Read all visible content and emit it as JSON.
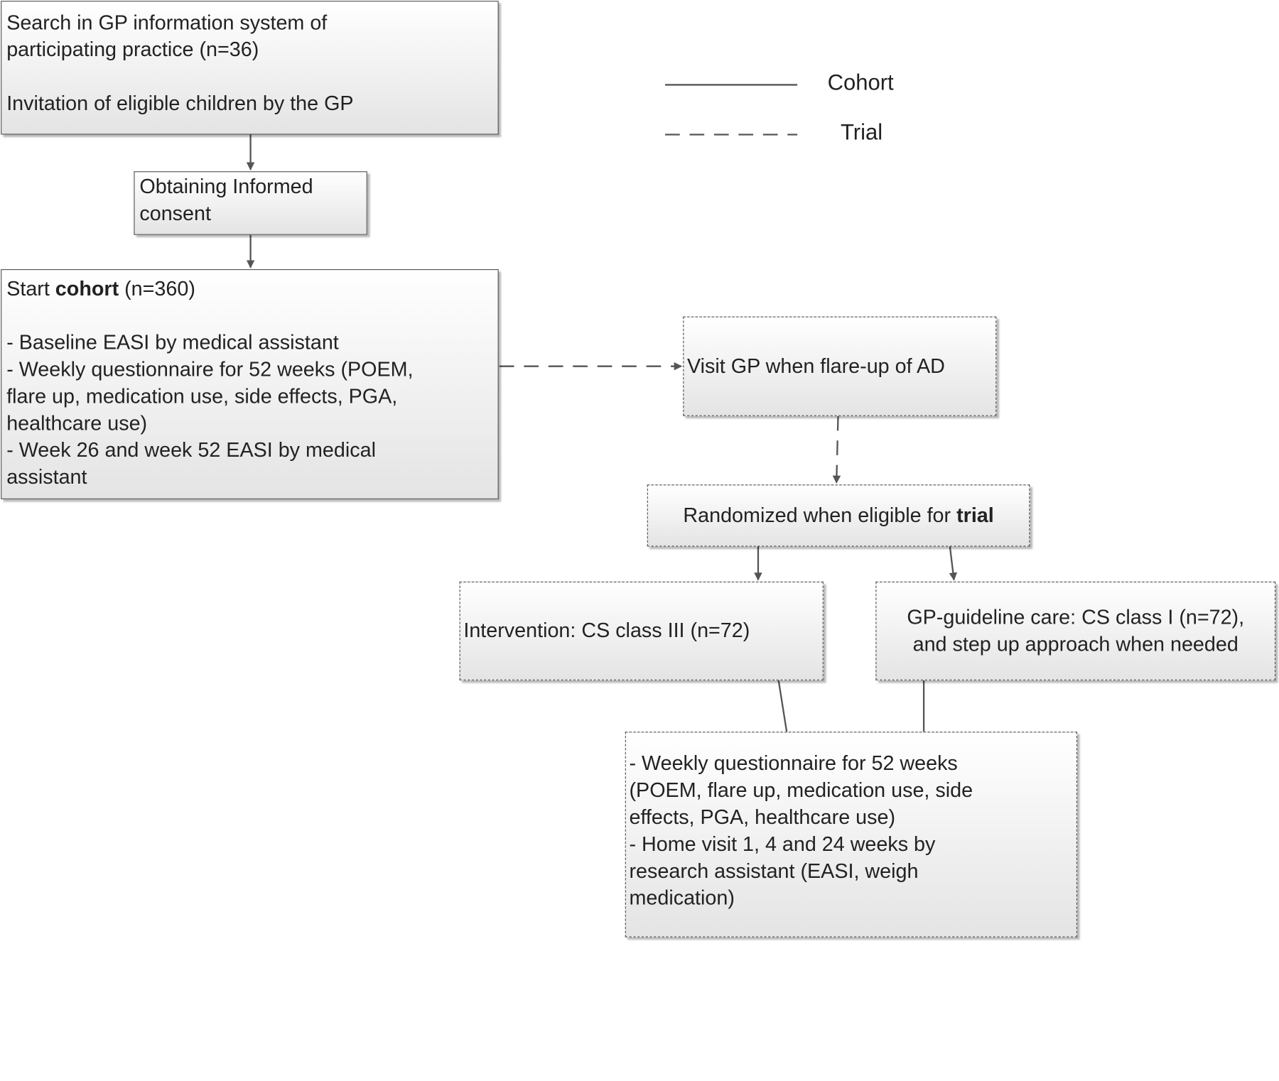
{
  "boxes": {
    "search": {
      "line1": "Search in GP information system of",
      "line2": "participating practice (n=36)",
      "line3": "Invitation of eligible children by the GP"
    },
    "consent": {
      "line1": "Obtaining Informed",
      "line2": "consent"
    },
    "cohort": {
      "title_prefix": "Start ",
      "title_bold": "cohort",
      "title_suffix": " (n=360)",
      "line1": "- Baseline EASI by medical assistant",
      "line2": "- Weekly questionnaire for 52 weeks (POEM,",
      "line3": "flare up, medication use, side effects, PGA,",
      "line4": "healthcare use)",
      "line5": "- Week 26 and week 52 EASI by medical",
      "line6": "assistant"
    },
    "visit": {
      "text": "Visit GP when flare-up of AD"
    },
    "randomized": {
      "prefix": "Randomized when eligible for ",
      "bold": "trial"
    },
    "intervention": {
      "text": "Intervention: CS class III (n=72)"
    },
    "guideline": {
      "line1": "GP-guideline care: CS class I (n=72),",
      "line2": "and step up approach when needed"
    },
    "followup": {
      "line1": "- Weekly questionnaire for 52 weeks",
      "line2": "(POEM, flare up, medication use, side",
      "line3": "effects, PGA, healthcare use)",
      "line4": "- Home visit 1, 4 and 24 weeks by",
      "line5": "research assistant (EASI, weigh",
      "line6": "medication)"
    }
  },
  "legend": {
    "cohort_label": "Cohort",
    "trial_label": "Trial"
  },
  "colors": {
    "stroke": "#555555",
    "box_top": "#ffffff",
    "box_bottom": "#e4e4e4"
  }
}
